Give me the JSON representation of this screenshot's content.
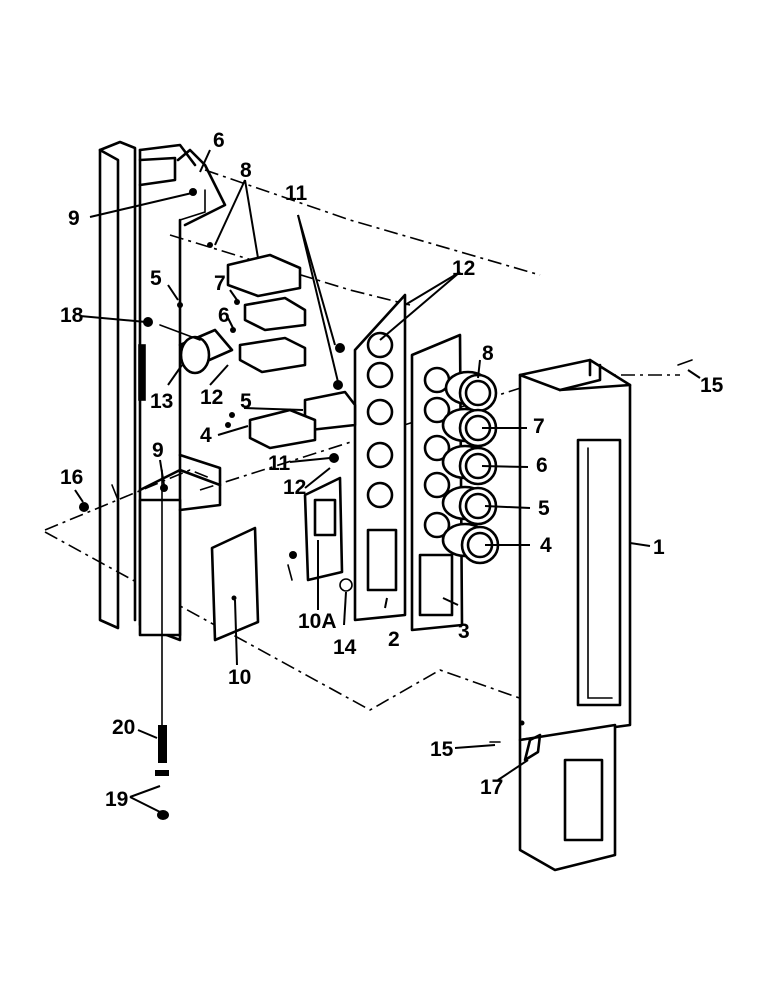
{
  "callouts": {
    "c1": "1",
    "c2": "2",
    "c3": "3",
    "c4a": "4",
    "c4b": "4",
    "c5a": "5",
    "c5b": "5",
    "c5c": "5",
    "c6a": "6",
    "c6b": "6",
    "c6c": "6",
    "c7a": "7",
    "c7b": "7",
    "c8a": "8",
    "c8b": "8",
    "c9a": "9",
    "c9b": "9",
    "c10": "10",
    "c10a": "10A",
    "c11a": "11",
    "c11b": "11",
    "c12a": "12",
    "c12b": "12",
    "c12c": "12",
    "c13": "13",
    "c14": "14",
    "c15a": "15",
    "c15b": "15",
    "c16": "16",
    "c17": "17",
    "c18": "18",
    "c19": "19",
    "c20": "20"
  }
}
